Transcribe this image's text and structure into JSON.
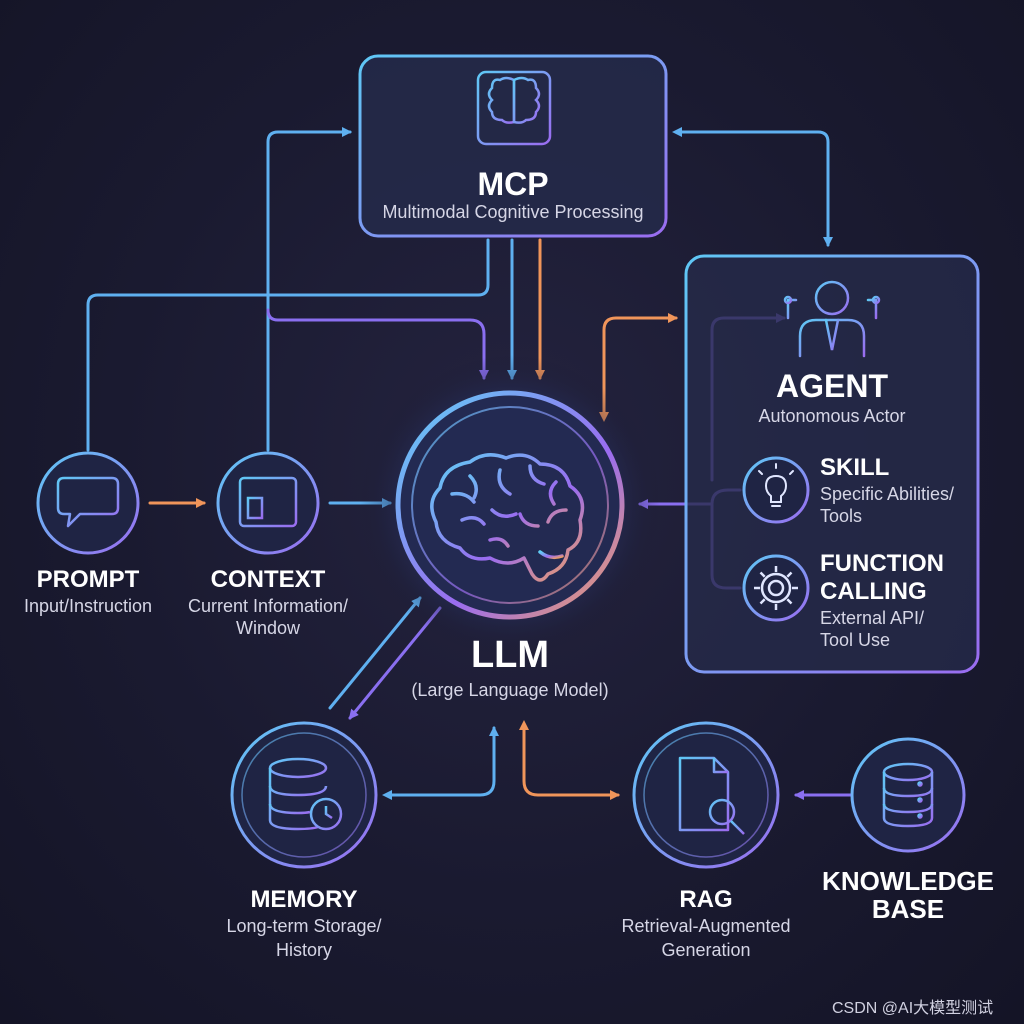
{
  "nodes": {
    "mcp": {
      "title": "MCP",
      "subtitle": "Multimodal Cognitive Processing"
    },
    "agent": {
      "title": "AGENT",
      "subtitle": "Autonomous Actor"
    },
    "skill": {
      "title": "SKILL",
      "subtitle_line1": "Specific Abilities/",
      "subtitle_line2": "Tools"
    },
    "function_calling": {
      "title_line1": "FUNCTION",
      "title_line2": "CALLING",
      "subtitle_line1": "External API/",
      "subtitle_line2": "Tool Use"
    },
    "prompt": {
      "title": "PROMPT",
      "subtitle": "Input/Instruction"
    },
    "context": {
      "title": "CONTEXT",
      "subtitle_line1": "Current Information/",
      "subtitle_line2": "Window"
    },
    "llm": {
      "title": "LLM",
      "subtitle": "(Large Language Model)"
    },
    "memory": {
      "title": "MEMORY",
      "subtitle_line1": "Long-term Storage/",
      "subtitle_line2": "History"
    },
    "rag": {
      "title": "RAG",
      "subtitle_line1": "Retrieval-Augmented",
      "subtitle_line2": "Generation"
    },
    "knowledge_base": {
      "title_line1": "KNOWLEDGE",
      "title_line2": "BASE"
    }
  },
  "watermark": "CSDN @AI大模型测试",
  "colors": {
    "blue": "#5fb0f0",
    "purple": "#8a6ff0",
    "orange": "#f0955a",
    "cyan": "#6fd6f0"
  },
  "icons": {
    "mcp": "brain-circuit-icon",
    "agent": "person-network-icon",
    "skill": "lightbulb-icon",
    "function_calling": "gear-icon",
    "prompt": "chat-bubble-icon",
    "context": "browser-window-icon",
    "llm": "brain-icon",
    "memory": "database-clock-icon",
    "rag": "document-search-icon",
    "knowledge_base": "database-icon"
  }
}
